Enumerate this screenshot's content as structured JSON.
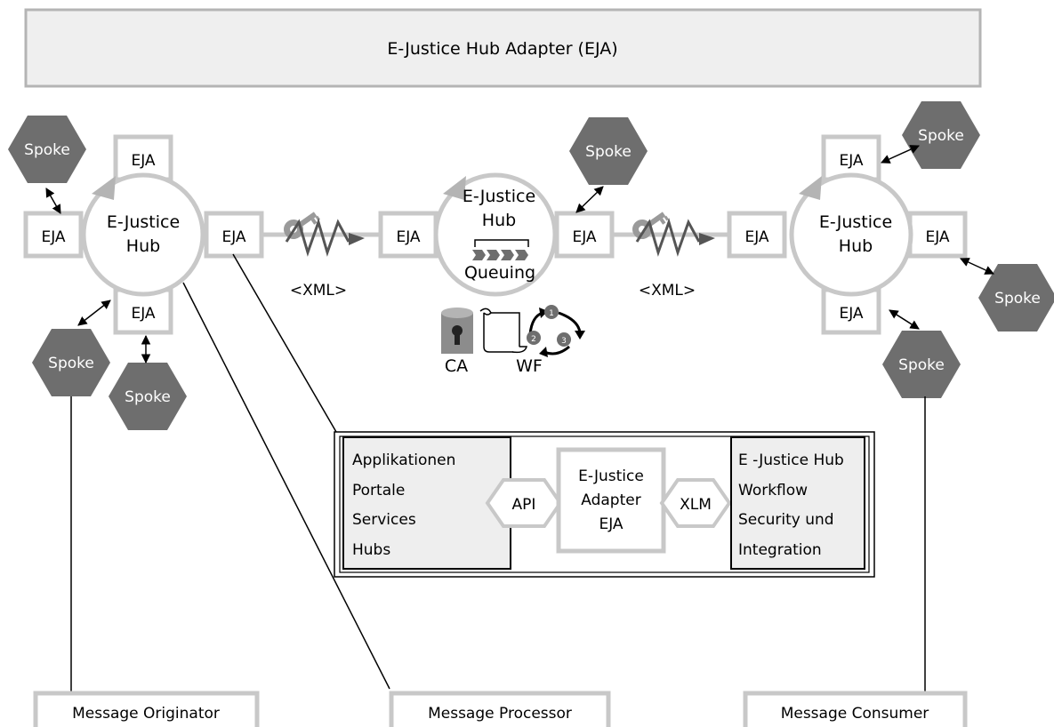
{
  "banner": {
    "title": "E-Justice  Hub Adapter (EJA)"
  },
  "hubs": {
    "left": {
      "line1": "E-Justice",
      "line2": "Hub"
    },
    "center": {
      "line1": "E-Justice",
      "line2": "Hub",
      "line3": "Queuing"
    },
    "right": {
      "line1": "E-Justice",
      "line2": "Hub"
    }
  },
  "labels": {
    "eja": "EJA",
    "spoke": "Spoke",
    "xml": "<XML>",
    "ca": "CA",
    "wf": "WF",
    "workflow_steps": [
      "1",
      "2",
      "3"
    ]
  },
  "detail": {
    "left_box": [
      "Applikationen",
      "Portale",
      "Services",
      "Hubs"
    ],
    "api": "API",
    "center_box": [
      "E-Justice",
      "Adapter",
      "EJA"
    ],
    "xlm": "XLM",
    "right_box": [
      "E -Justice Hub",
      "Workflow",
      "Security und",
      "Integration"
    ]
  },
  "roles": {
    "originator": "Message Originator",
    "processor": "Message Processor",
    "consumer": "Message Consumer"
  }
}
